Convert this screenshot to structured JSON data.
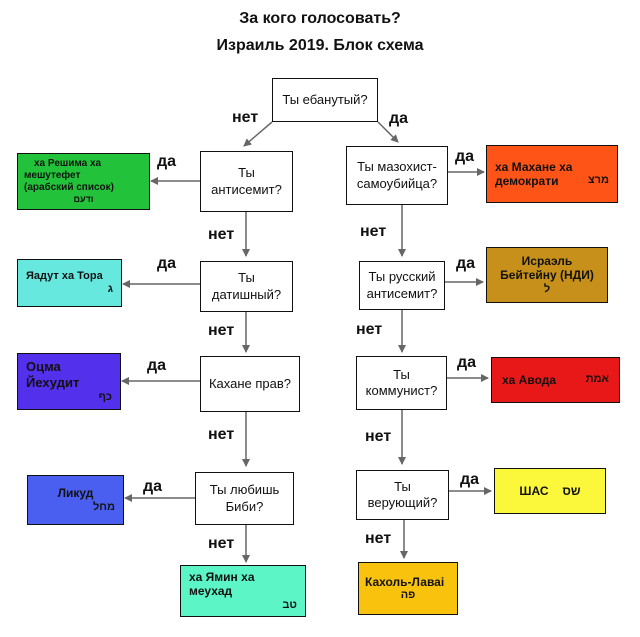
{
  "header": {
    "line1": "За кого голосовать?",
    "line2": "Израиль 2019.   Блок  схема"
  },
  "nodes": {
    "start": [
      "Ты ебанутый?"
    ],
    "q_antisemit": [
      "Ты",
      "антисемит?"
    ],
    "q_datishny": [
      "Ты",
      "датишный?"
    ],
    "q_kahane": [
      "Кахане прав?"
    ],
    "q_bibi": [
      "Ты любишь",
      "Биби?"
    ],
    "q_mazohist": [
      "Ты мазохист-",
      "самоубийца?"
    ],
    "q_russian": [
      "Ты русский",
      "антисемит?"
    ],
    "q_communist": [
      "Ты",
      "коммунист?"
    ],
    "q_religious": [
      "Ты",
      "верующий?"
    ]
  },
  "outcomes": {
    "reshima": {
      "lines": [
        "ха Решима ха",
        "мешутефет",
        "(арабский список)"
      ],
      "code": "ודעם",
      "color": "#22c33a"
    },
    "yahadut": {
      "lines": [
        "Яадут ха Тора"
      ],
      "code": "ג",
      "color": "#66e8df"
    },
    "otzma": {
      "lines": [
        "Оцма",
        "Йехудит"
      ],
      "code": "כף",
      "color": "#5230ec"
    },
    "likud": {
      "lines": [
        "Ликуд"
      ],
      "code": "מחל",
      "color": "#4a5ff0"
    },
    "yamin": {
      "lines": [
        "ха Ямин ха",
        "меухад"
      ],
      "code": "טב",
      "color": "#5cf5c6"
    },
    "mahane": {
      "lines": [
        "ха Махане ха",
        "демократи"
      ],
      "code": "מרצ",
      "color": "#ff5417"
    },
    "israel_beitenu": {
      "lines": [
        "Исраэль",
        "Бейтейну (НДИ)"
      ],
      "code": "ל",
      "color": "#c6901a"
    },
    "avoda": {
      "lines": [
        "ха  Авода"
      ],
      "code": "אמת",
      "color": "#e81818"
    },
    "shas": {
      "lines": [
        "ШАС"
      ],
      "code": "שס",
      "color": "#fbf73b"
    },
    "kahol_lavan": {
      "lines": [
        "Кахоль-Лаваі"
      ],
      "code": "פה",
      "color": "#f9c20c"
    }
  },
  "edge_labels": {
    "yes": "да",
    "no": "нет"
  },
  "colors": {
    "edge": "#666666",
    "border": "#111111"
  }
}
